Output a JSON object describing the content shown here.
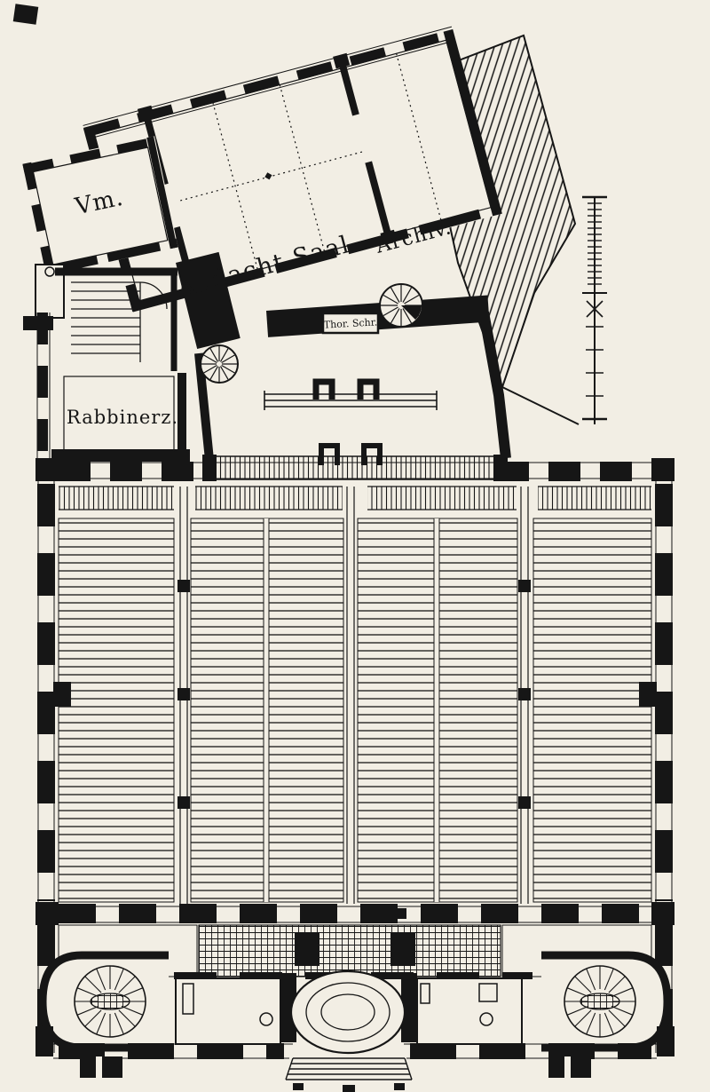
{
  "colors": {
    "paper": "#f2eee4",
    "ink": "#161616"
  },
  "figure": {
    "type": "architectural-floor-plan",
    "style": "19th-century engraved synagogue ground plan, black ink on cream paper"
  },
  "rooms": {
    "vm": {
      "label": "Vm."
    },
    "andacht_saal": {
      "label": "Andacht-Saal."
    },
    "archiv": {
      "label": "Archiv."
    },
    "rabbinerz": {
      "label": "Rabbinerz."
    },
    "thora_shrine": {
      "label": "Thor. Schr."
    }
  }
}
